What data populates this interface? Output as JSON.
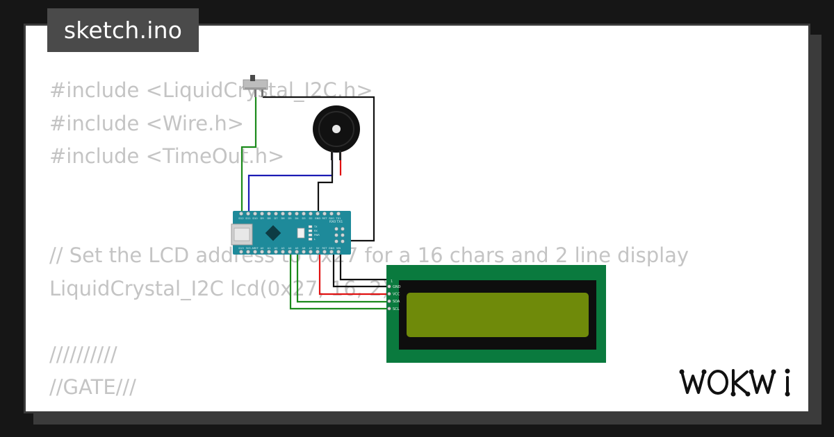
{
  "tab": {
    "filename": "sketch.ino"
  },
  "code": {
    "lines": [
      "#include <LiquidCrystal_I2C.h>",
      "#include <Wire.h>",
      "#include <TimeOut.h>",
      "",
      "",
      "// Set the LCD address to 0x27 for a 16 chars and 2 line display",
      "LiquidCrystal_I2C lcd(0x27, 16, 2);",
      "",
      "//////////",
      "//GATE///",
      "/////////"
    ]
  },
  "lcd": {
    "pins": [
      "GND",
      "VCC",
      "SDA",
      "SCL"
    ],
    "pcb_color": "#0a7a3e",
    "screen_color": "#6f8a0a"
  },
  "nano": {
    "board_color": "#1e8a9a",
    "top_pins": [
      "D12",
      "D11",
      "D10",
      "D9",
      "D8",
      "D7",
      "D6",
      "D5",
      "D4",
      "D3",
      "D2",
      "GND",
      "RST",
      "RX0",
      "TX1"
    ],
    "bottom_pins": [
      "D13",
      "3V3",
      "AREF",
      "A0",
      "A1",
      "A2",
      "A3",
      "A4",
      "A5",
      "A6",
      "A7",
      "5V",
      "RST",
      "GND",
      "VIN"
    ],
    "side_labels": [
      "RX0",
      "TX1"
    ],
    "led_labels": [
      "TX",
      "RX",
      "PWR",
      "L"
    ]
  },
  "wires": {
    "green": "#1a8a1a",
    "blue": "#1a1ab4",
    "red": "#e01010",
    "black": "#111111"
  },
  "brand": {
    "name": "WOKWI"
  }
}
